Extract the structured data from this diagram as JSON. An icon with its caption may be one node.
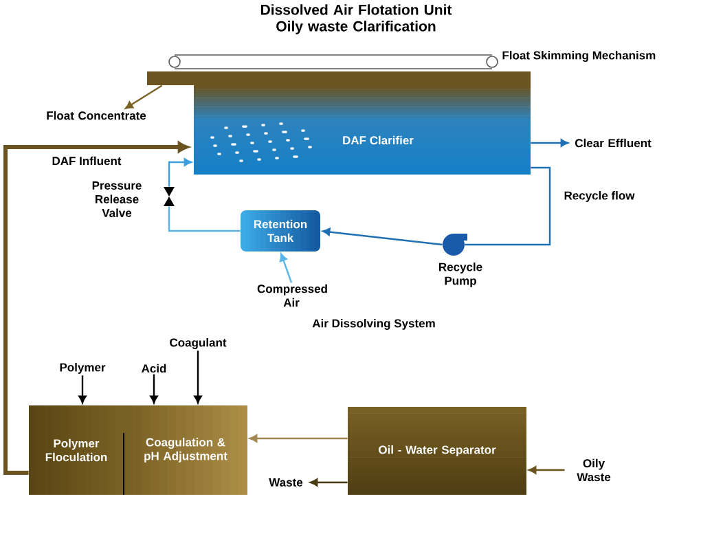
{
  "diagram": {
    "title": "Dissolved Air Flotation Unit Oily waste Clarification",
    "nodes": [
      {
        "text": [
          "DAF Clarifier"
        ]
      },
      {
        "text": [
          "Retention Tank"
        ]
      },
      {
        "text": [
          "Polymer Floculation"
        ]
      },
      {
        "text": [
          "Coagulation & pH Adjustment"
        ]
      },
      {
        "text": [
          "Oil - Water Separator"
        ]
      },
      {
        "text": [
          "Float Concentrate"
        ]
      },
      {
        "text": [
          "Clear Effluent"
        ]
      },
      {
        "text": [],
        "shape": "circle",
        "beside": [
          "Recycle Pump"
        ]
      },
      {
        "text": [],
        "shape": "valve"
      },
      {
        "text": [
          "Compressed Air"
        ]
      },
      {
        "text": [
          "Polymer"
        ]
      },
      {
        "text": [
          "Acid"
        ]
      },
      {
        "text": [
          "Coagulant"
        ]
      },
      {
        "text": [
          "Waste"
        ]
      },
      {
        "text": [
          "Oily Waste"
        ]
      },
      {
        "text": [],
        "shape": "bar"
      }
    ],
    "edges": [
      {
        "from": 15,
        "to": 5,
        "arrow": "to",
        "color": "#7a6126"
      },
      {
        "from": 0,
        "to": 6,
        "arrow": "to",
        "color": "#1f6fb5"
      },
      {
        "from": 0,
        "to": 7,
        "arrow": "none",
        "label": "Recycle flow",
        "color": "#1f6fb5"
      },
      {
        "from": 7,
        "to": 1,
        "arrow": "to",
        "color": "#1f6fb5"
      },
      {
        "from": 1,
        "to": 8,
        "arrow": "none",
        "color": "#5ab4e8"
      },
      {
        "from": 8,
        "to": 0,
        "arrow": "to",
        "color": "#3d9fe0"
      },
      {
        "from": 9,
        "to": 1,
        "arrow": "to",
        "color": "#5ab4e8"
      },
      {
        "from": 10,
        "to": 2,
        "arrow": "to",
        "color": "#000000"
      },
      {
        "from": 11,
        "to": 3,
        "arrow": "to",
        "color": "#000000"
      },
      {
        "from": 12,
        "to": 3,
        "arrow": "to",
        "color": "#000000"
      },
      {
        "from": 4,
        "to": 3,
        "arrow": "to",
        "color": "#a08850"
      },
      {
        "from": 4,
        "to": 13,
        "arrow": "to",
        "color": "#4a3a12"
      },
      {
        "from": 14,
        "to": 4,
        "arrow": "to",
        "color": "#6b5420"
      },
      {
        "from": 2,
        "to": 0,
        "arrow": "to",
        "label": "DAF Influent",
        "style": "thick",
        "color": "#6b5420"
      }
    ],
    "labels": [
      "Float Skimming Mechanism",
      "Pressure Release Valve",
      "Air Dissolving System"
    ]
  }
}
